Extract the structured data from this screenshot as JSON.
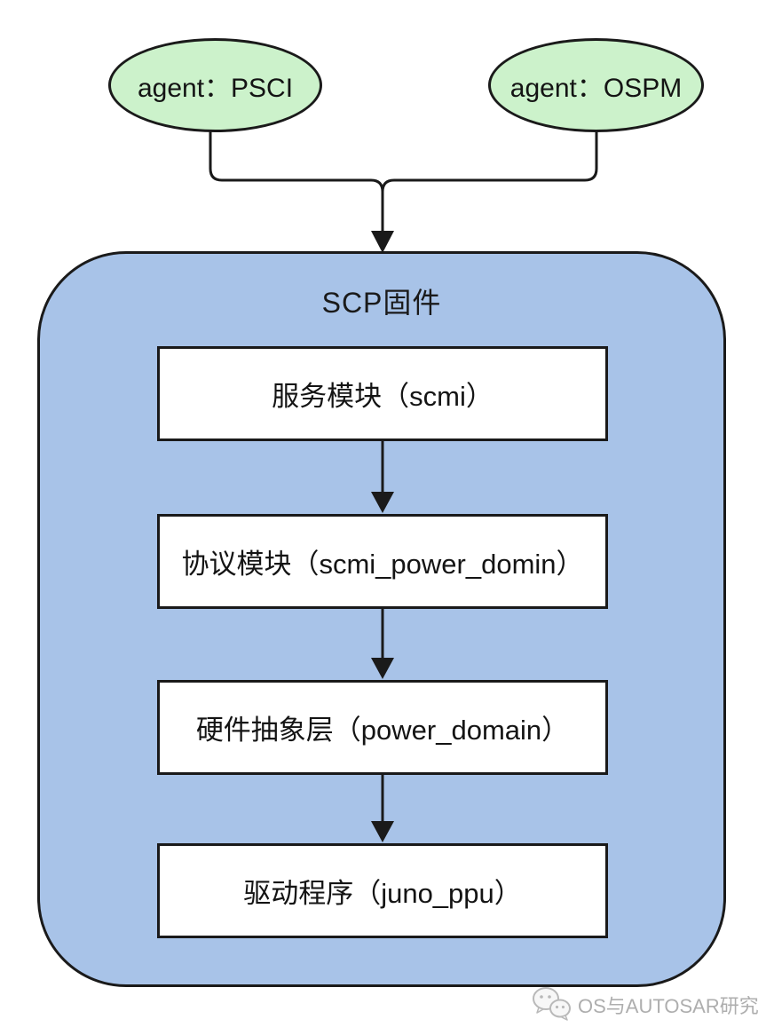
{
  "diagram": {
    "agents": [
      {
        "label": "agent：PSCI"
      },
      {
        "label": "agent：OSPM"
      }
    ],
    "firmware": {
      "title": "SCP固件",
      "modules": [
        {
          "label": "服务模块（scmi）"
        },
        {
          "label": "协议模块（scmi_power_domin）"
        },
        {
          "label": "硬件抽象层（power_domain）"
        },
        {
          "label": "驱动程序（juno_ppu）"
        }
      ]
    },
    "watermark": {
      "icon": "wechat-icon",
      "label": "OS与AUTOSAR研究"
    },
    "colors": {
      "agent_fill": "#ccf2cb",
      "firmware_fill": "#a8c3e8",
      "module_fill": "#ffffff",
      "line": "#1a1a1a",
      "watermark_text": "#aeaeae"
    }
  }
}
